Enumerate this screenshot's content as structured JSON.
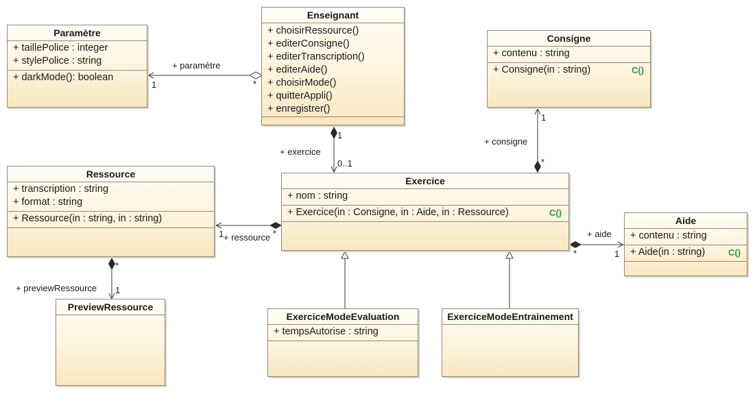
{
  "classes": {
    "parametre": {
      "name": "Paramètre",
      "attributes": [
        "+ taillePolice : integer",
        "+ stylePolice : string"
      ],
      "operations": [
        "+ darkMode(): boolean"
      ]
    },
    "enseignant": {
      "name": "Enseignant",
      "operations": [
        "+ choisirRessource()",
        "+ editerConsigne()",
        "+ editerTranscription()",
        "+ editerAide()",
        "+ choisirMode()",
        "+ quitterAppli()",
        "+ enregistrer()"
      ]
    },
    "consigne": {
      "name": "Consigne",
      "attributes": [
        "+ contenu : string"
      ],
      "operations": [
        "+ Consigne(in : string)"
      ]
    },
    "ressource": {
      "name": "Ressource",
      "attributes": [
        "+ transcription : string",
        "+ format : string"
      ],
      "operations": [
        "+ Ressource(in : string, in : string)"
      ]
    },
    "exercice": {
      "name": "Exercice",
      "attributes": [
        "+ nom : string"
      ],
      "operations": [
        "+ Exercice(in : Consigne, in : Aide, in : Ressource)"
      ]
    },
    "aide": {
      "name": "Aide",
      "attributes": [
        "+ contenu : string"
      ],
      "operations": [
        "+ Aide(in : string)"
      ]
    },
    "previewRessource": {
      "name": "PreviewRessource"
    },
    "exerciceModeEvaluation": {
      "name": "ExerciceModeEvaluation",
      "attributes": [
        "+ tempsAutorise : string"
      ]
    },
    "exerciceModeEntrainement": {
      "name": "ExerciceModeEntrainement"
    }
  },
  "constructor_marker": "C()",
  "associations": {
    "parametre": {
      "role": "+ paramètre",
      "mult_near_parametre": "1",
      "mult_near_enseignant": "*"
    },
    "exercice": {
      "role": "+ exercice",
      "mult_near_enseignant": "1",
      "mult_near_exercice": "0..1"
    },
    "consigne": {
      "role": "+ consigne",
      "mult_near_consigne": "1",
      "mult_near_exercice": "*"
    },
    "ressource": {
      "role": "+ ressource",
      "mult_near_ressource": "1",
      "mult_near_exercice": "*"
    },
    "aide": {
      "role": "+ aide",
      "mult_near_exercice": "*",
      "mult_near_aide": "1"
    },
    "previewRessource": {
      "role": "+ previewRessource",
      "mult_near_ressource": "*",
      "mult_near_preview": "1"
    }
  },
  "colors": {
    "constructor": "#2f9a2f",
    "border": "#8f8a7c",
    "line": "#3a3a3a"
  }
}
